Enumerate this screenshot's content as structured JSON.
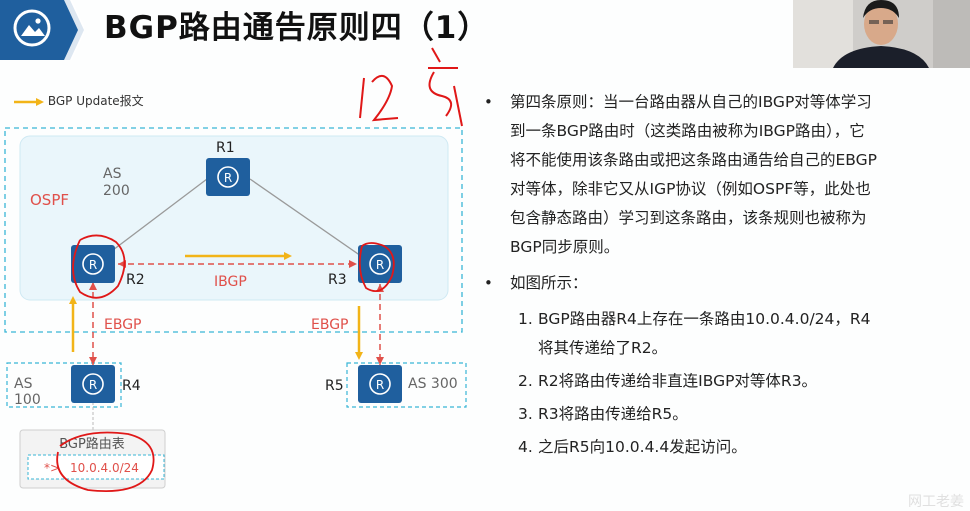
{
  "title": "BGP路由通告原则四（1）",
  "legend": {
    "label": "BGP Update报文"
  },
  "diagram": {
    "as200_label": "AS\n200",
    "ospf_label": "OSPF",
    "ibgp_label": "IBGP",
    "ebgp_left": "EBGP",
    "ebgp_right": "EBGP",
    "as100_label": "AS\n100",
    "as300_label": "AS 300",
    "routers": {
      "r1": "R1",
      "r2": "R2",
      "r3": "R3",
      "r4": "R4",
      "r5": "R5"
    },
    "router_glyph": "R",
    "bgp_table": {
      "title": "BGP路由表",
      "entry_prefix": "*>",
      "entry_route": "10.0.4.0/24"
    }
  },
  "bullets": {
    "point1": "第四条原则：当一台路由器从自己的IBGP对等体学习到一条BGP路由时（这类路由被称为IBGP路由），它将不能使用该条路由或把这条路由通告给自己的EBGP对等体，除非它又从IGP协议（例如OSPF等，此处也包含静态路由）学习到这条路由，该条规则也被称为BGP同步原则。",
    "point1_lines": [
      "第四条原则：当一台路由器从自己的IBGP对等体学习",
      "到一条BGP路由时（这类路由被称为IBGP路由），它",
      "将不能使用该条路由或把这条路由通告给自己的EBGP",
      "对等体，除非它又从IGP协议（例如OSPF等，此处也",
      "包含静态路由）学习到这条路由，该条规则也被称为",
      "BGP同步原则。"
    ],
    "point2": "如图所示：",
    "steps": [
      {
        "num": "1.",
        "lines": [
          "BGP路由器R4上存在一条路由10.0.4.0/24，R4",
          "将其传递给了R2。"
        ]
      },
      {
        "num": "2.",
        "lines": [
          "R2将路由传递给非直连IBGP对等体R3。"
        ]
      },
      {
        "num": "3.",
        "lines": [
          "R3将路由传递给R5。"
        ]
      },
      {
        "num": "4.",
        "lines": [
          "之后R5向10.0.4.4发起访问。"
        ]
      }
    ]
  },
  "watermark": "网工老姜",
  "colors": {
    "router_blue": "#1f5f9e",
    "dashed_cyan": "#39b6d6",
    "red_line": "#e0504a",
    "arrow_yellow": "#f2b418",
    "as200_fill": "#eaf6fb",
    "label_red": "#e0504a"
  },
  "icons": {
    "logo": "picture-icon",
    "router": "router-icon"
  }
}
